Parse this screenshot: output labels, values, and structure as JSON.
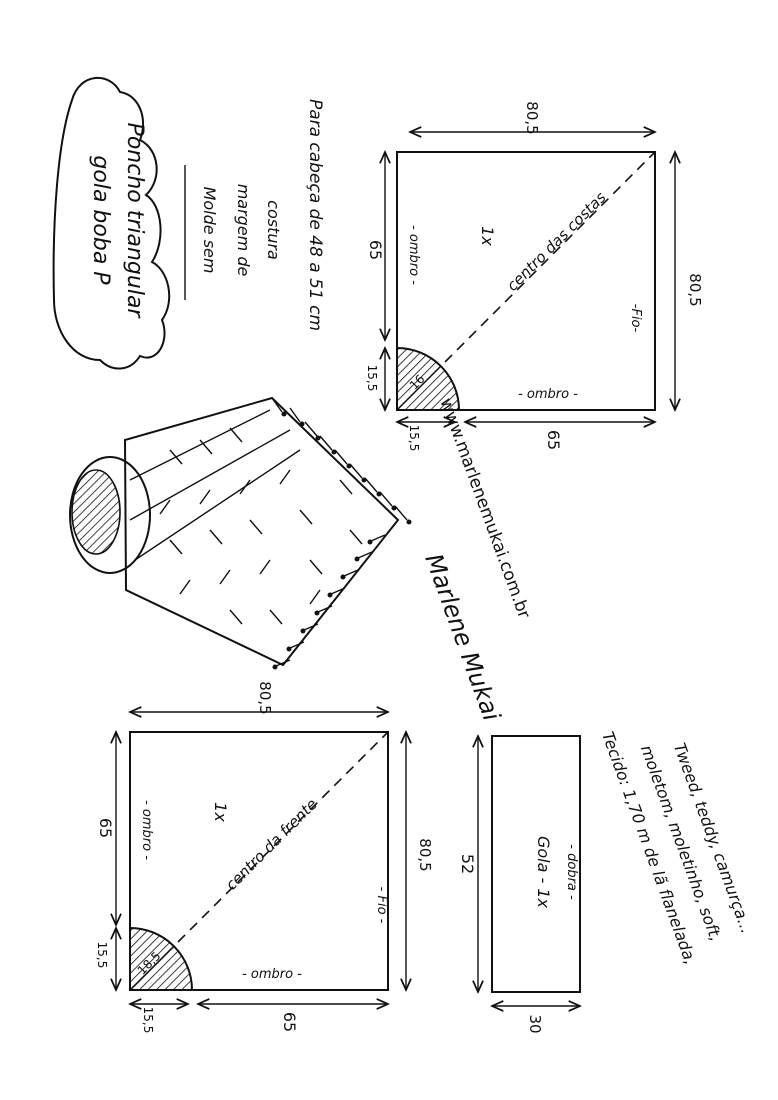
{
  "title": {
    "line1": "Poncho triangular",
    "line2": "gola boba P"
  },
  "notes": {
    "mold_line1": "Molde sem",
    "mold_line2": "margem de",
    "mold_line3": "costura",
    "head_size": "Para cabeça de 48 a 51 cm"
  },
  "website": "www.marlenemukai.com.br",
  "signature": "Marlene Mukai",
  "back_piece": {
    "top_width": "80,5",
    "right_height": "80,5",
    "left_side": "65",
    "bottom_side": "65",
    "neck_left": "15,5",
    "neck_bottom": "15,5",
    "neck_radius": "16",
    "shoulder_left": "- ombro -",
    "shoulder_bottom": "- ombro -",
    "grain": "-Fio-",
    "quantity": "1x",
    "center_label": "centro das costas"
  },
  "front_piece": {
    "top_width": "80,5",
    "right_height": "80,5",
    "left_side": "65",
    "bottom_side": "65",
    "neck_left": "15,5",
    "neck_bottom": "15,5",
    "neck_radius": "18,5",
    "shoulder_left": "- ombro -",
    "shoulder_bottom": "- ombro -",
    "grain": "- Fio -",
    "quantity": "1x",
    "center_label": "centro da frente"
  },
  "collar": {
    "length": "52",
    "width": "30",
    "label": "Gola - 1x",
    "fold": "- dobra -"
  },
  "fabric": {
    "line1": "Tecido: 1,70 m de lã flanelada,",
    "line2": "moletom, moletinho, soft,",
    "line3": "Tweed, teddy, camurça..."
  },
  "colors": {
    "ink": "#111111",
    "paper": "#ffffff"
  }
}
